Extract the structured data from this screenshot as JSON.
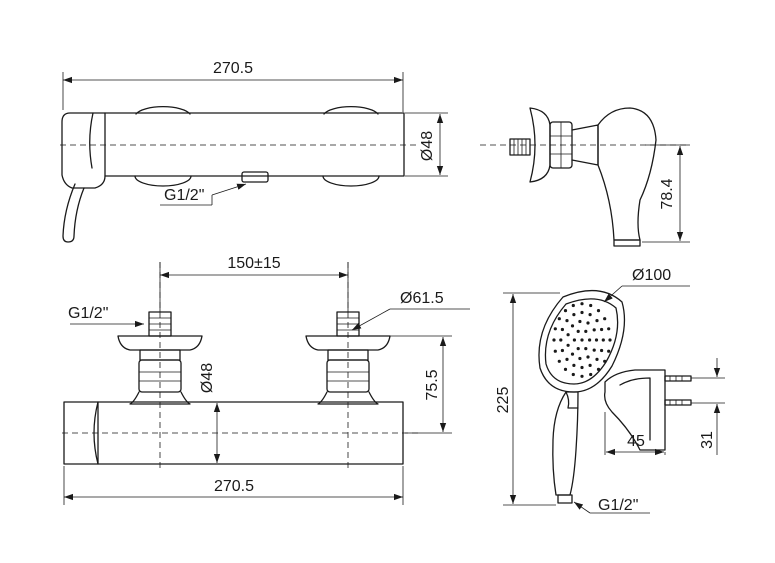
{
  "dimensions": {
    "top_length": "270.5",
    "top_diameter": "Ø48",
    "top_thread": "G1/2\"",
    "side_height": "78.4",
    "center_distance": "150±15",
    "flange_diameter": "Ø61.5",
    "inlet_thread": "G1/2\"",
    "front_diameter": "Ø48",
    "front_height": "75.5",
    "front_length": "270.5",
    "head_diameter": "Ø100",
    "shower_length": "225",
    "holder_width": "45",
    "holder_height": "31",
    "shower_thread": "G1/2\""
  }
}
